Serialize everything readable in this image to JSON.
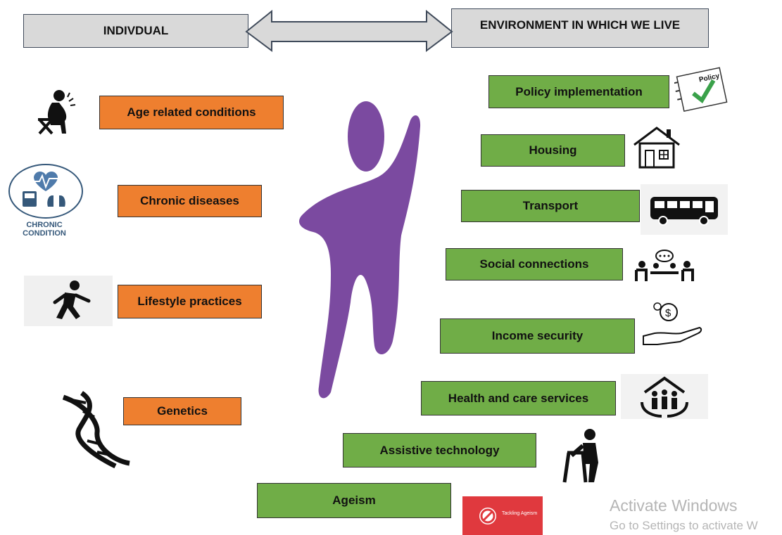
{
  "header": {
    "individual_label": "INDIVDUAL",
    "environment_label": "ENVIRONMENT IN WHICH WE LIVE"
  },
  "individual_factors": [
    {
      "label": "Age related conditions",
      "icon": "elderly-sitting-icon"
    },
    {
      "label": "Chronic diseases",
      "icon": "chronic-condition-icon",
      "icon_caption": "CHRONIC CONDITION"
    },
    {
      "label": "Lifestyle practices",
      "icon": "walking-person-icon"
    },
    {
      "label": "Genetics",
      "icon": "dna-icon"
    }
  ],
  "environment_factors": [
    {
      "label": "Policy implementation",
      "icon": "policy-checklist-icon",
      "icon_text": "Policy"
    },
    {
      "label": "Housing",
      "icon": "house-icon"
    },
    {
      "label": "Transport",
      "icon": "bus-icon"
    },
    {
      "label": "Social connections",
      "icon": "people-meeting-icon"
    },
    {
      "label": "Income security",
      "icon": "hand-money-icon"
    },
    {
      "label": "Health and care services",
      "icon": "family-home-icon"
    },
    {
      "label": "Assistive technology",
      "icon": "walker-icon"
    },
    {
      "label": "Ageism",
      "icon": "tackling-ageism-icon",
      "icon_text": "Tackling Ageism"
    }
  ],
  "watermark": {
    "line1": "Activate Windows",
    "line2": "Go to Settings to activate W"
  },
  "colors": {
    "individual_box": "#ee7f2f",
    "environment_box": "#70ad47",
    "header_box": "#d9d9d9",
    "figure": "#7b4aa0",
    "ageism_badge": "#e0393e"
  }
}
